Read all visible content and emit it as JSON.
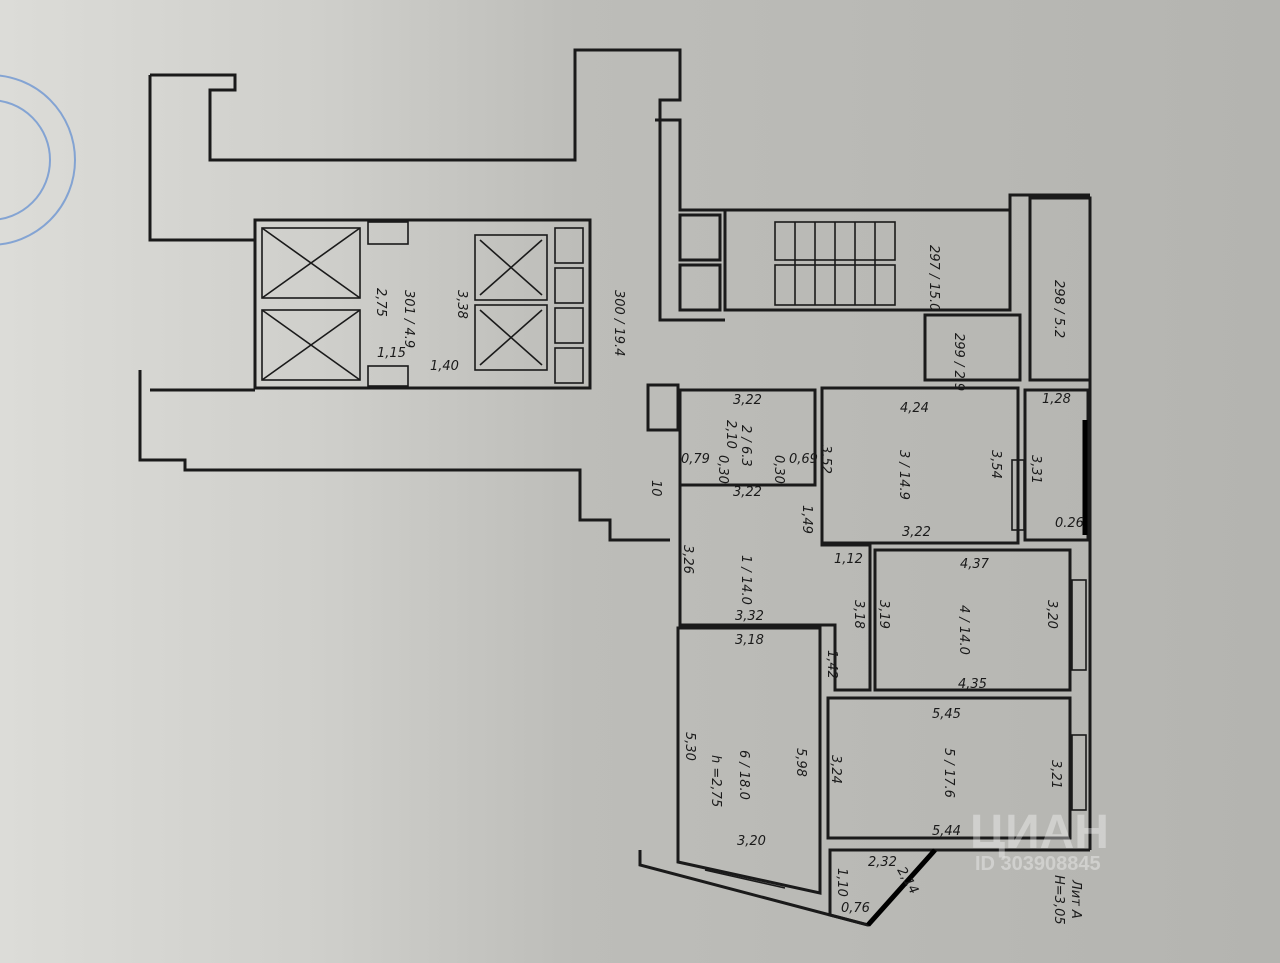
{
  "plan": {
    "letter_note": "Лит А",
    "height_note": "H=3,05",
    "room6_height": "h =2,75",
    "rooms": [
      {
        "num": "1",
        "area": "14.0"
      },
      {
        "num": "2",
        "area": "6.3"
      },
      {
        "num": "3",
        "area": "14.9"
      },
      {
        "num": "4",
        "area": "14.0"
      },
      {
        "num": "5",
        "area": "17.6"
      },
      {
        "num": "6",
        "area": "18.0"
      },
      {
        "num": "297",
        "area": "15.0"
      },
      {
        "num": "298",
        "area": "5.2"
      },
      {
        "num": "299",
        "area": "2.9"
      },
      {
        "num": "300",
        "area": "19.4"
      },
      {
        "num": "301",
        "area": "4.9"
      }
    ],
    "dims": [
      "3,22",
      "2,10",
      "0,79",
      "0,30",
      "0,30",
      "0,69",
      "3,22",
      "3,52",
      "1,49",
      "4,24",
      "3,54",
      "3,22",
      "1,28",
      "3,31",
      "0.26",
      "10",
      "3,26",
      "1,12",
      "3,18",
      "3,19",
      "4,37",
      "3,20",
      "4,35",
      "3,32",
      "3,18",
      "1,42",
      "5,30",
      "5,98",
      "3,20",
      "5,45",
      "3,24",
      "3,21",
      "5,44",
      "2,32",
      "2,14",
      "1,10",
      "0,76",
      "2,75",
      "3,38",
      "1,15",
      "1,40"
    ]
  },
  "watermark": {
    "brand": "ЦИАН",
    "id": "ID 303908845"
  },
  "colors": {
    "line": "#1a1a1a",
    "paper": "#b8b8b4",
    "stamp": "#4a7fd0"
  }
}
